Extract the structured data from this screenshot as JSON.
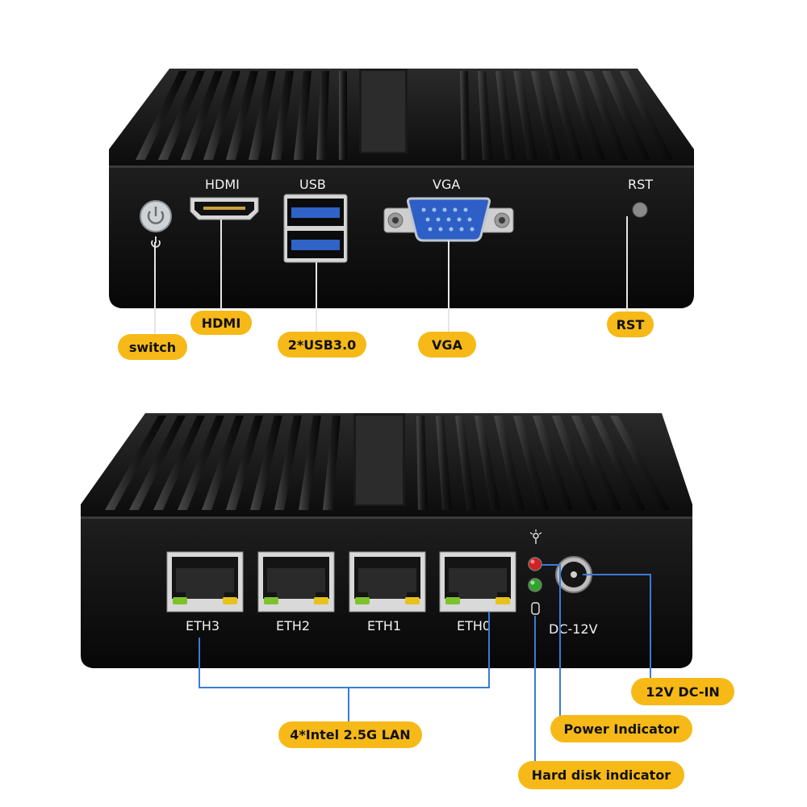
{
  "colors": {
    "callout": "#f6b917",
    "leader_line": "#3b7bd6",
    "chassis": "#111111"
  },
  "front_panel": {
    "port_labels": {
      "hdmi": "HDMI",
      "usb": "USB",
      "vga": "VGA",
      "rst": "RST"
    },
    "callouts": {
      "switch": "switch",
      "hdmi": "HDMI",
      "usb": "2*USB3.0",
      "vga": "VGA",
      "rst": "RST"
    }
  },
  "rear_panel": {
    "port_labels": {
      "eth3": "ETH3",
      "eth2": "ETH2",
      "eth1": "ETH1",
      "eth0": "ETH0",
      "dc": "DC-12V"
    },
    "callouts": {
      "lan": "4*Intel 2.5G LAN",
      "dc_in": "12V DC-IN",
      "power_indicator": "Power Indicator",
      "hdd_indicator": "Hard disk indicator"
    },
    "icons": [
      "power-led-icon",
      "hard-disk-icon"
    ]
  }
}
